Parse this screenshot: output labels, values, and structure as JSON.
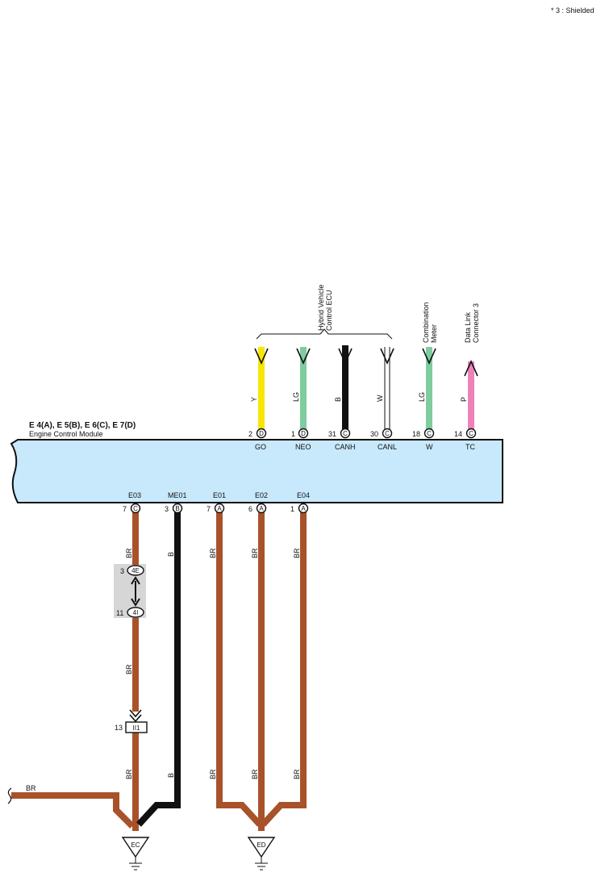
{
  "legend_note": "* 3 : Shielded",
  "ecm": {
    "connectors_label": "E 4(A), E 5(B), E 6(C), E 7(D)",
    "name": "Engine Control Module"
  },
  "hv_ecu_label": [
    "Hybrid Vehicle",
    "Control ECU"
  ],
  "combination_meter_label": [
    "Combination",
    "Meter"
  ],
  "dlc3_label": [
    "Data Link",
    "Connector 3"
  ],
  "top_pins": [
    {
      "num": "2",
      "conn": "D",
      "signal": "GO",
      "wire": "Y"
    },
    {
      "num": "1",
      "conn": "D",
      "signal": "NEO",
      "wire": "LG"
    },
    {
      "num": "31",
      "conn": "C",
      "signal": "CANH",
      "wire": "B"
    },
    {
      "num": "30",
      "conn": "C",
      "signal": "CANL",
      "wire": "W"
    },
    {
      "num": "18",
      "conn": "C",
      "signal": "W",
      "wire": "LG"
    },
    {
      "num": "14",
      "conn": "C",
      "signal": "TC",
      "wire": "P"
    }
  ],
  "bottom_pins": [
    {
      "num": "7",
      "conn": "C",
      "signal": "E03",
      "wire": "BR"
    },
    {
      "num": "3",
      "conn": "B",
      "signal": "ME01",
      "wire": "B"
    },
    {
      "num": "7",
      "conn": "A",
      "signal": "E01",
      "wire": "BR"
    },
    {
      "num": "6",
      "conn": "A",
      "signal": "E02",
      "wire": "BR"
    },
    {
      "num": "1",
      "conn": "A",
      "signal": "E04",
      "wire": "BR"
    }
  ],
  "junction_4e": {
    "pin": "3",
    "label": "4E"
  },
  "junction_4i": {
    "pin": "11",
    "label": "4I"
  },
  "junction_ii1": {
    "pin": "13",
    "label": "II1"
  },
  "mid_wire_labels": {
    "e03_mid": "BR",
    "e03_low": "BR",
    "me01_low": "B",
    "e01_low": "BR",
    "e02_low": "BR",
    "e04_low": "BR"
  },
  "left_wire_label": "BR",
  "grounds": {
    "ec": "EC",
    "ed": "ED"
  },
  "colors": {
    "ecm_fill": "#c8e8fb",
    "brown": "#a8522a",
    "black": "#111111",
    "yellow": "#f6e600",
    "light_green": "#7fcc9e",
    "pink": "#ee82b8",
    "white_wire": "#ffffff",
    "connector_shade": "#d6d6d6"
  }
}
